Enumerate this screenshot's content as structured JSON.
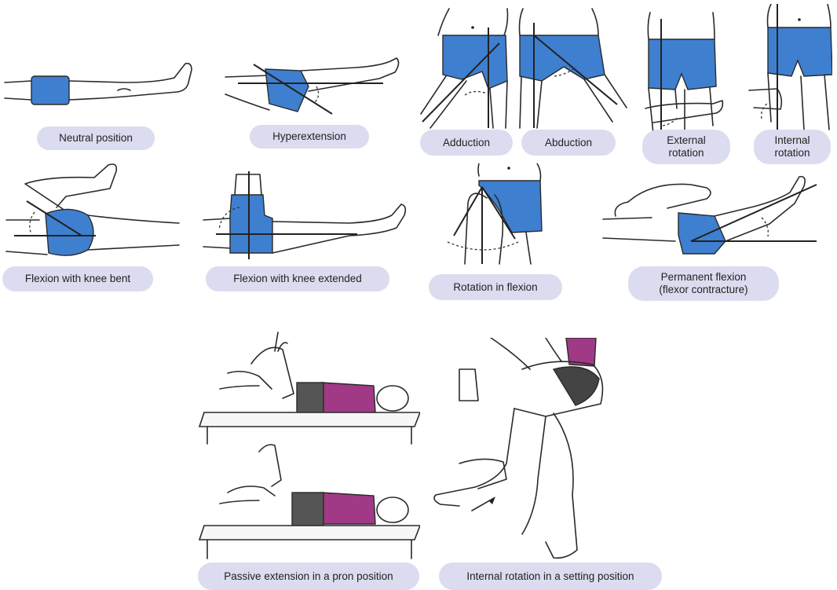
{
  "captions": {
    "neutral": "Neutral position",
    "hyperextension": "Hyperextension",
    "adduction": "Adduction",
    "abduction": "Abduction",
    "external_rotation": [
      "External",
      "rotation"
    ],
    "internal_rotation": [
      "Internal",
      "rotation"
    ],
    "flexion_knee_bent": "Flexion with knee bent",
    "flexion_knee_extended": "Flexion with knee extended",
    "rotation_in_flexion": "Rotation in flexion",
    "permanent_flexion": [
      "Permanent flexion",
      "(flexor contracture)"
    ],
    "passive_extension": "Passive extension in a pron position",
    "internal_rotation_setting": "Internal rotation in a setting position"
  },
  "colors": {
    "caption_pill": "#dcdcf0",
    "shorts_blue": "#3f7fcf",
    "shirt_magenta": "#a03a86"
  }
}
